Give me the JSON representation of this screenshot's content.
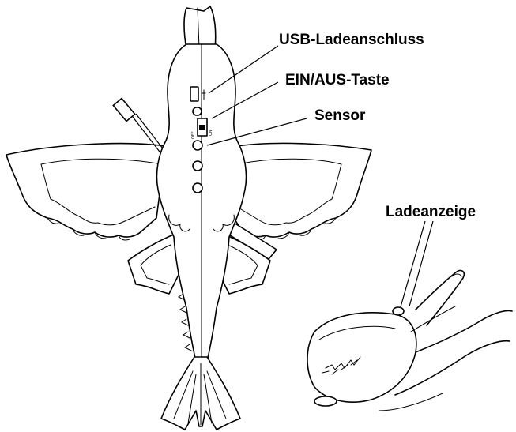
{
  "labels": {
    "usb": "USB-Ladeanschluss",
    "power": "EIN/AUS-Taste",
    "sensor": "Sensor",
    "charge_indicator": "Ladeanzeige"
  },
  "switch_marks": {
    "off": "OFF",
    "on": "ON"
  }
}
